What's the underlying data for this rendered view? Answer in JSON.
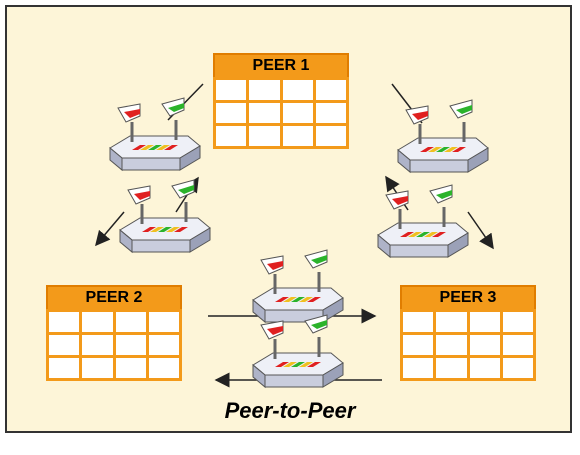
{
  "peers": [
    {
      "label": "PEER 1"
    },
    {
      "label": "PEER 2"
    },
    {
      "label": "PEER 3"
    }
  ],
  "caption": "Peer-to-Peer",
  "colors": {
    "background": "#fdf5d8",
    "peer_orange": "#f39a1a",
    "arrow": "#222222",
    "device_body": "#d9dce8",
    "flag_red": "#e02020",
    "flag_green": "#2bb32b"
  },
  "icons": [
    "network-device-icon",
    "arrow-icon"
  ]
}
